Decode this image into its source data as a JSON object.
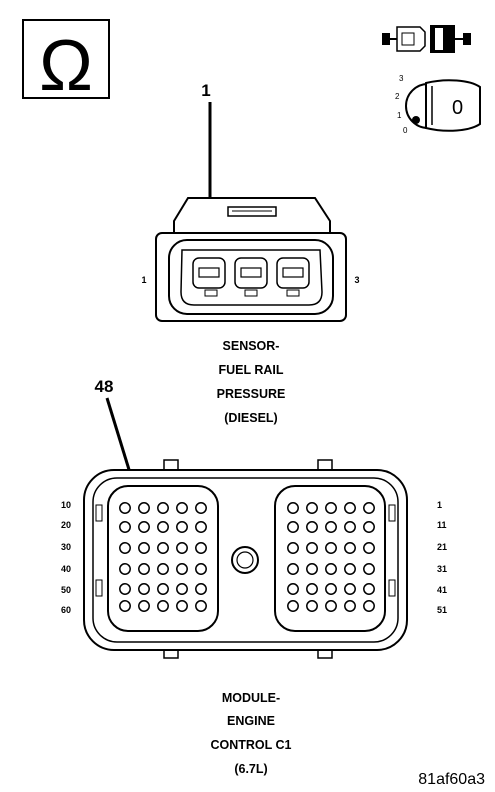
{
  "ohm_symbol": "Ω",
  "ignition_switch": {
    "positions": [
      "3",
      "2",
      "1",
      "0"
    ],
    "key_label": "0"
  },
  "sensor": {
    "callout": "1",
    "pin_left": "1",
    "pin_right": "3",
    "title_lines": [
      "SENSOR-",
      "FUEL RAIL",
      "PRESSURE",
      "(DIESEL)"
    ]
  },
  "module": {
    "callout": "48",
    "left_labels": [
      "10",
      "20",
      "30",
      "40",
      "50",
      "60"
    ],
    "right_labels": [
      "1",
      "11",
      "21",
      "31",
      "41",
      "51"
    ],
    "title_lines": [
      "MODULE-",
      "ENGINE",
      "CONTROL C1",
      "(6.7L)"
    ]
  },
  "figure_id": "81af60a3"
}
